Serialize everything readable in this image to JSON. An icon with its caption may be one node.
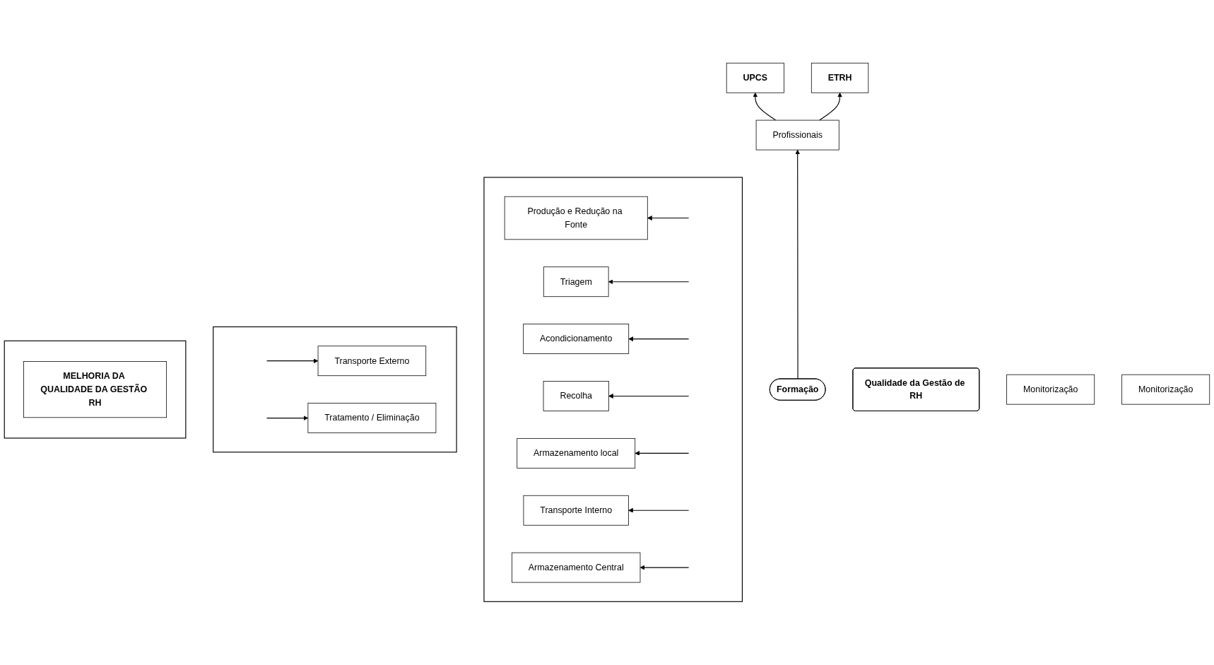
{
  "diagram": {
    "nodes": [
      {
        "text": [
          "UPCS"
        ]
      },
      {
        "text": [
          "Profissionais"
        ]
      },
      {
        "text": [
          "ETRH"
        ]
      },
      {
        "text": [],
        "shape": "box"
      },
      {
        "text": [
          "Produção e Redução na Fonte"
        ],
        "in": 3
      },
      {
        "text": [
          "Triagem"
        ],
        "in": 3
      },
      {
        "text": [
          "Acondicionamento"
        ],
        "in": 3
      },
      {
        "text": [
          "Recolha"
        ],
        "in": 3
      },
      {
        "text": [
          "Armazenamento local"
        ],
        "in": 3
      },
      {
        "text": [
          "Transporte Interno"
        ],
        "in": 3
      },
      {
        "text": [
          "Armazenamento Central"
        ],
        "in": 3
      },
      {
        "text": [
          "Formação"
        ]
      },
      {
        "text": [],
        "shape": "box"
      },
      {
        "text": [
          "Transporte Externo"
        ],
        "in": 12
      },
      {
        "text": [
          "Tratamento / Eliminação"
        ],
        "in": 12
      },
      {
        "text": [
          "Qualidade da Gestão de RH"
        ]
      },
      {
        "text": [
          "Monitorização"
        ]
      },
      {
        "text": [
          "Monitorização"
        ]
      },
      {
        "text": [],
        "shape": "box"
      },
      {
        "text": [
          "MELHORIA DA QUALIDADE DA GESTÃO RH"
        ],
        "in": 18
      }
    ],
    "edges": [
      {
        "from": 1,
        "to": 0,
        "arrow": "to"
      },
      {
        "from": 1,
        "to": 2,
        "arrow": "to"
      },
      {
        "from": 11,
        "to": 1,
        "arrow": "to"
      },
      {
        "from": null,
        "to": 4,
        "arrow": "to"
      },
      {
        "from": null,
        "to": 5,
        "arrow": "to"
      },
      {
        "from": null,
        "to": 6,
        "arrow": "to"
      },
      {
        "from": null,
        "to": 7,
        "arrow": "to"
      },
      {
        "from": null,
        "to": 8,
        "arrow": "to"
      },
      {
        "from": null,
        "to": 9,
        "arrow": "to"
      },
      {
        "from": null,
        "to": 10,
        "arrow": "to"
      },
      {
        "from": null,
        "to": 13,
        "arrow": "to"
      },
      {
        "from": null,
        "to": 14,
        "arrow": "to"
      }
    ]
  }
}
